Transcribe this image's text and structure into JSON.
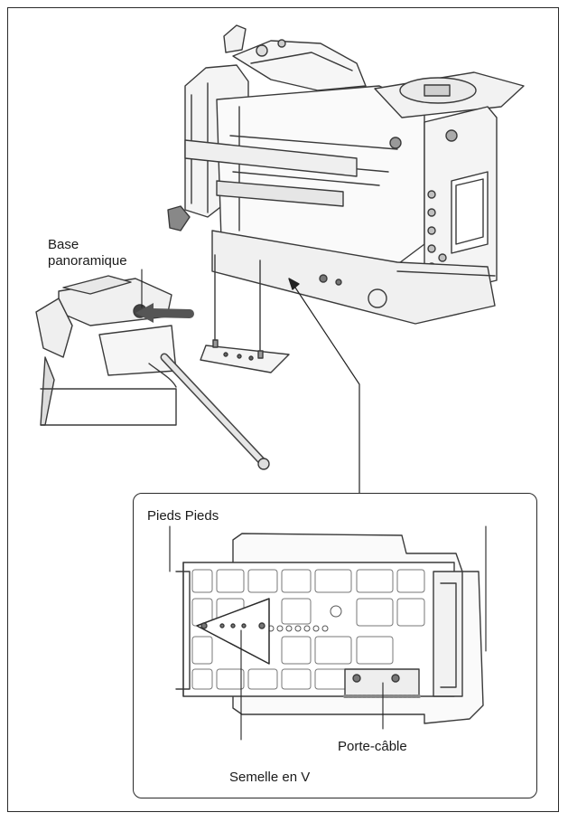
{
  "labels": {
    "base_line1": "Base",
    "base_line2": "panoramique",
    "pieds": "Pieds Pieds",
    "porte_cable": "Porte-câble",
    "semelle": "Semelle en V"
  }
}
